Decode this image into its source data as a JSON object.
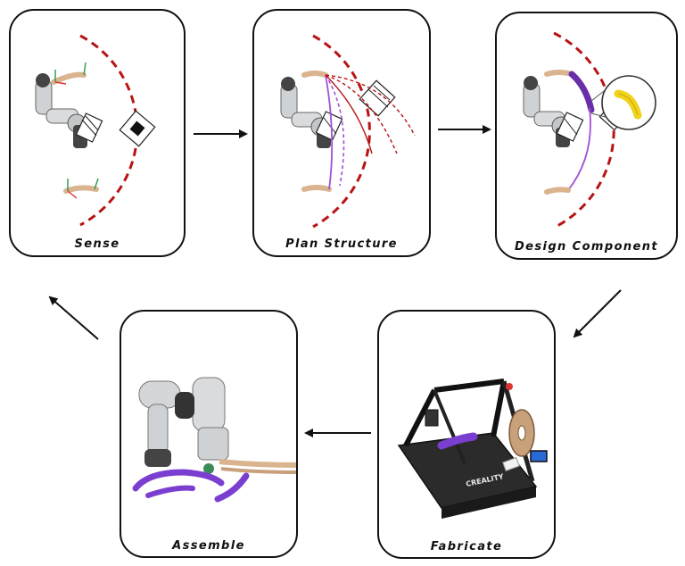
{
  "stages": {
    "sense": {
      "label": "Sense"
    },
    "plan_structure": {
      "label": "Plan Structure"
    },
    "design_component": {
      "label": "Design Component"
    },
    "fabricate": {
      "label": "Fabricate",
      "printer_brand": "CREALITY"
    },
    "assemble": {
      "label": "Assemble"
    }
  },
  "colors": {
    "boundary": "#b81414",
    "segment": "#d9b48f",
    "path": "#a24fd6",
    "component": "#f1d21a",
    "printed_part": "#7a3fd0",
    "frame": "#111111"
  },
  "icons": {
    "robot": "robot-arm-icon",
    "obstacle": "hatched-obstacle-icon",
    "zoom": "zoom-lens-icon",
    "printer": "3d-printer-icon"
  }
}
